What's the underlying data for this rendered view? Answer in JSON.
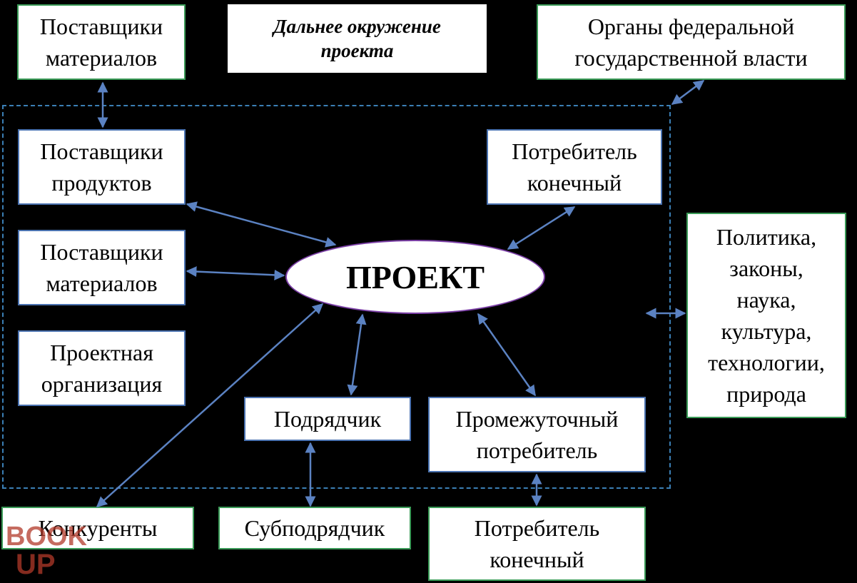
{
  "colors": {
    "background": "#000000",
    "box_fill": "#ffffff",
    "green_border": "#3a9a57",
    "blue_border": "#4a72b0",
    "arrow": "#5b82c2",
    "frame": "#3b7fb5",
    "ellipse_border": "#7b3fa6",
    "watermark": "#b23a2a"
  },
  "diagram": {
    "title": "Дальнее окружение\nпроекта",
    "center": "ПРОЕКТ",
    "outer": {
      "suppliers_materials_top": "Поставщики\nматериалов",
      "federal_authorities": "Органы федеральной\nгосударственной власти",
      "politics": "Политика,\nзаконы,\nнаука,\nкультура,\nтехнологии,\nприрода",
      "competitors": "Конкуренты",
      "subcontractor": "Субподрядчик",
      "end_consumer_bottom": "Потребитель\nконечный"
    },
    "inner": {
      "suppliers_products": "Поставщики\nпродуктов",
      "end_consumer_inner": "Потребитель\nконечный",
      "suppliers_materials_inner": "Поставщики\nматериалов",
      "project_organization": "Проектная\nорганизация",
      "contractor": "Подрядчик",
      "intermediate_consumer": "Промежуточный\nпотребитель"
    }
  },
  "watermark": {
    "line1": "BOOK",
    "line2": "UP"
  }
}
